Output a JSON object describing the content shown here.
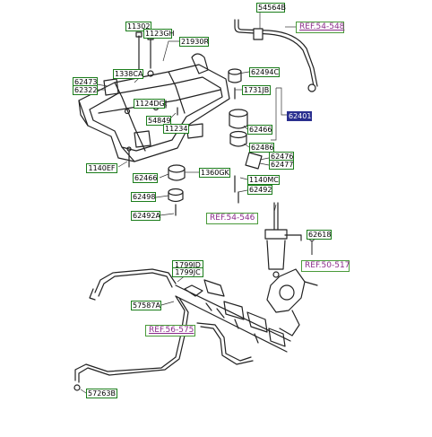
{
  "colors": {
    "label_border": "#1b7d1b",
    "reference_text": "#8a2b8a",
    "highlight_label_bg": "#2a2f8f",
    "line": "#222222"
  },
  "labels": {
    "p54564b": "54564B",
    "p11302": "11302",
    "p1123gh": "1123GH",
    "p21930r": "21930R",
    "p1338ca": "1338CA",
    "p62473": "62473",
    "p62322": "62322",
    "p1124dg": "1124DG",
    "p54849": "54849",
    "p11234": "11234",
    "p62494c": "62494C",
    "p1731jb": "1731JB",
    "p62401": "62401",
    "p62466a": "62466",
    "p62486": "62486",
    "p62476": "62476",
    "p62477": "62477",
    "p1140ef": "1140EF",
    "p1360gk": "1360GK",
    "p1140mc": "1140MC",
    "p62466b": "62466",
    "p62492": "62492",
    "p62498": "62498",
    "p62492a": "62492A",
    "p62618": "62618",
    "p1799jd": "1799JD",
    "p1799jc": "1799JC",
    "p57587a": "57587A",
    "p57263b": "57263B"
  },
  "references": {
    "ref54548": "REF.54-548",
    "ref54546": "REF.54-546",
    "ref50517": "REF.50-517",
    "ref56575": "REF.56-575"
  }
}
